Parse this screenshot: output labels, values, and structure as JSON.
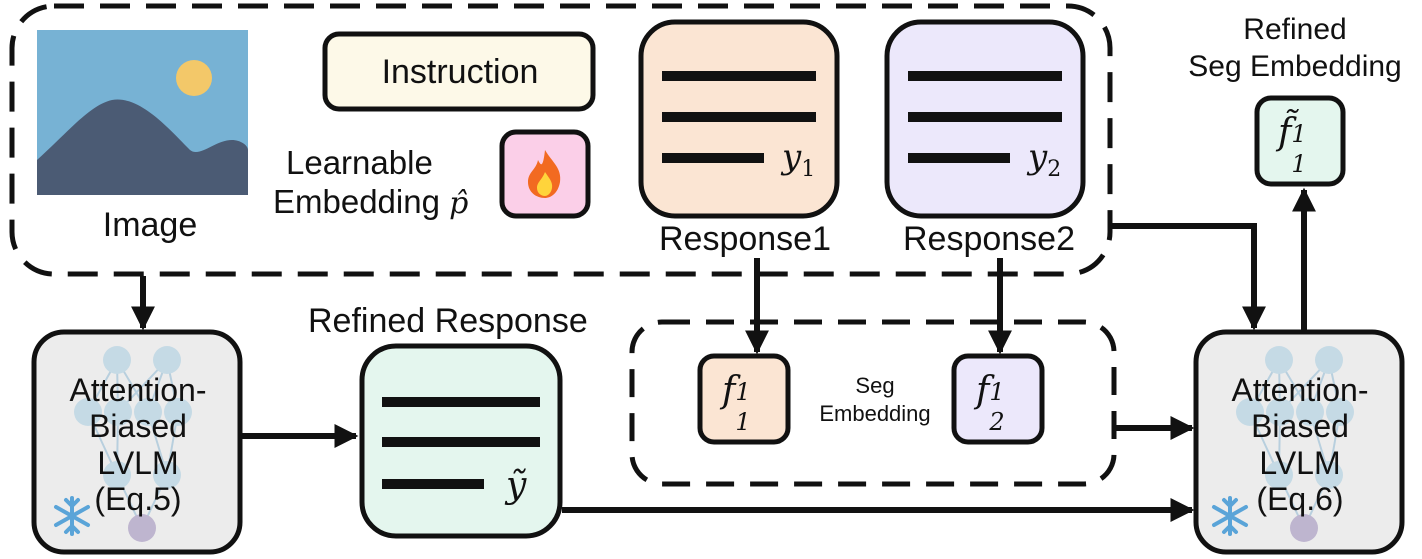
{
  "image_label": "Image",
  "instruction_label": "Instruction",
  "learnable_embedding": {
    "line1": "Learnable",
    "line2": "Embedding",
    "symbol": "p̂"
  },
  "response1": {
    "label": "Response1",
    "symbol": "y",
    "subscript": "1"
  },
  "response2": {
    "label": "Response2",
    "symbol": "y",
    "subscript": "2"
  },
  "refined_response": {
    "label": "Refined Response",
    "symbol": "ỹ"
  },
  "seg_embedding": {
    "line1": "Seg",
    "line2": "Embedding"
  },
  "f11": {
    "base": "f",
    "sub": "1",
    "sup": "1"
  },
  "f21": {
    "base": "f",
    "sub": "2",
    "sup": "1"
  },
  "refined_seg": {
    "line1": "Refined",
    "line2": "Seg Embedding",
    "base": "f̃",
    "sub": "1",
    "sup": "1"
  },
  "lvlm_left": {
    "line1": "Attention-",
    "line2": "Biased",
    "line3": "LVLM",
    "line4": "(Eq.5)"
  },
  "lvlm_right": {
    "line1": "Attention-",
    "line2": "Biased",
    "line3": "LVLM",
    "line4": "(Eq.6)"
  },
  "icons": {
    "fire": "fire-icon",
    "snowflake": "snowflake-icon",
    "image": "image-placeholder-icon",
    "network": "neural-network-icon"
  },
  "colors": {
    "instruction_fill": "#fdf9e8",
    "learnable_fill": "#fbcfe8",
    "response1_fill": "#fbe5d3",
    "response2_fill": "#ece8fb",
    "refined_fill": "#e4f6ee",
    "lvlm_fill": "#ececec",
    "image_sky": "#77b2d4",
    "image_mountain": "#4b5b74",
    "image_sun": "#f3c869",
    "snowflake": "#5aa4d8",
    "network_node": "#a7cce0",
    "network_bottom_node": "#9a89b8"
  }
}
